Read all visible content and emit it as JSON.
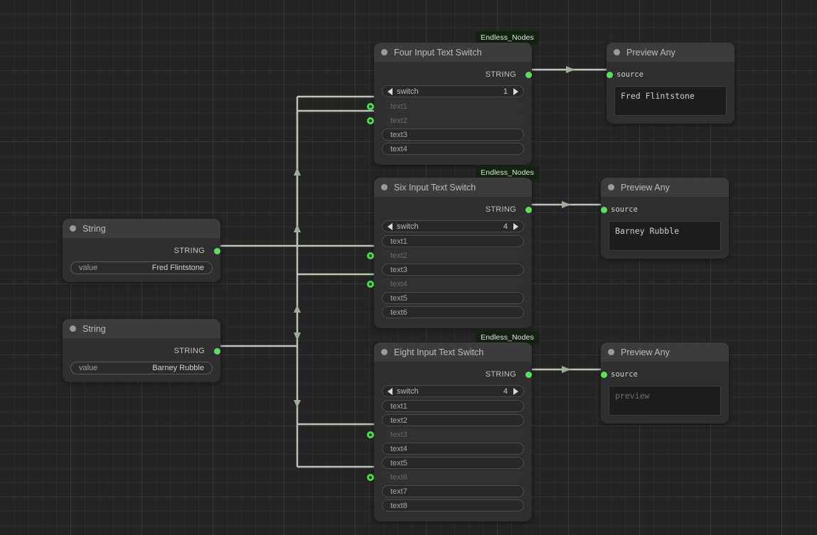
{
  "canvas": {
    "background_color": "#242424",
    "grid_color": "#2e2e2e",
    "wire_color": "#b9c7b4",
    "socket_color": "#5ce05c",
    "badge_bg": "#12240f"
  },
  "nodes": {
    "string_top": {
      "title": "String",
      "output_label": "STRING",
      "widget_label": "value",
      "widget_value": "Fred Flintstone"
    },
    "string_bottom": {
      "title": "String",
      "output_label": "STRING",
      "widget_label": "value",
      "widget_value": "Barney Rubble"
    },
    "four_switch": {
      "badge": "Endless_Nodes",
      "title": "Four Input Text Switch",
      "output_label": "STRING",
      "switch_label": "switch",
      "switch_value": "1",
      "inputs": [
        {
          "label": "text1",
          "connected": true
        },
        {
          "label": "text2",
          "connected": true
        },
        {
          "label": "text3",
          "connected": false
        },
        {
          "label": "text4",
          "connected": false
        }
      ]
    },
    "six_switch": {
      "badge": "Endless_Nodes",
      "title": "Six Input Text Switch",
      "output_label": "STRING",
      "switch_label": "switch",
      "switch_value": "4",
      "inputs": [
        {
          "label": "text1",
          "connected": false
        },
        {
          "label": "text2",
          "connected": true
        },
        {
          "label": "text3",
          "connected": false
        },
        {
          "label": "text4",
          "connected": true
        },
        {
          "label": "text5",
          "connected": false
        },
        {
          "label": "text6",
          "connected": false
        }
      ]
    },
    "eight_switch": {
      "badge": "Endless_Nodes",
      "title": "Eight Input Text Switch",
      "output_label": "STRING",
      "switch_label": "switch",
      "switch_value": "4",
      "inputs": [
        {
          "label": "text1",
          "connected": false
        },
        {
          "label": "text2",
          "connected": false
        },
        {
          "label": "text3",
          "connected": true
        },
        {
          "label": "text4",
          "connected": false
        },
        {
          "label": "text5",
          "connected": false
        },
        {
          "label": "text6",
          "connected": true
        },
        {
          "label": "text7",
          "connected": false
        },
        {
          "label": "text8",
          "connected": false
        }
      ]
    },
    "preview_top": {
      "title": "Preview Any",
      "input_label": "source",
      "text": "Fred Flintstone",
      "is_placeholder": false
    },
    "preview_middle": {
      "title": "Preview Any",
      "input_label": "source",
      "text": "Barney Rubble",
      "is_placeholder": false
    },
    "preview_bottom": {
      "title": "Preview Any",
      "input_label": "source",
      "text": "preview",
      "is_placeholder": true
    }
  }
}
